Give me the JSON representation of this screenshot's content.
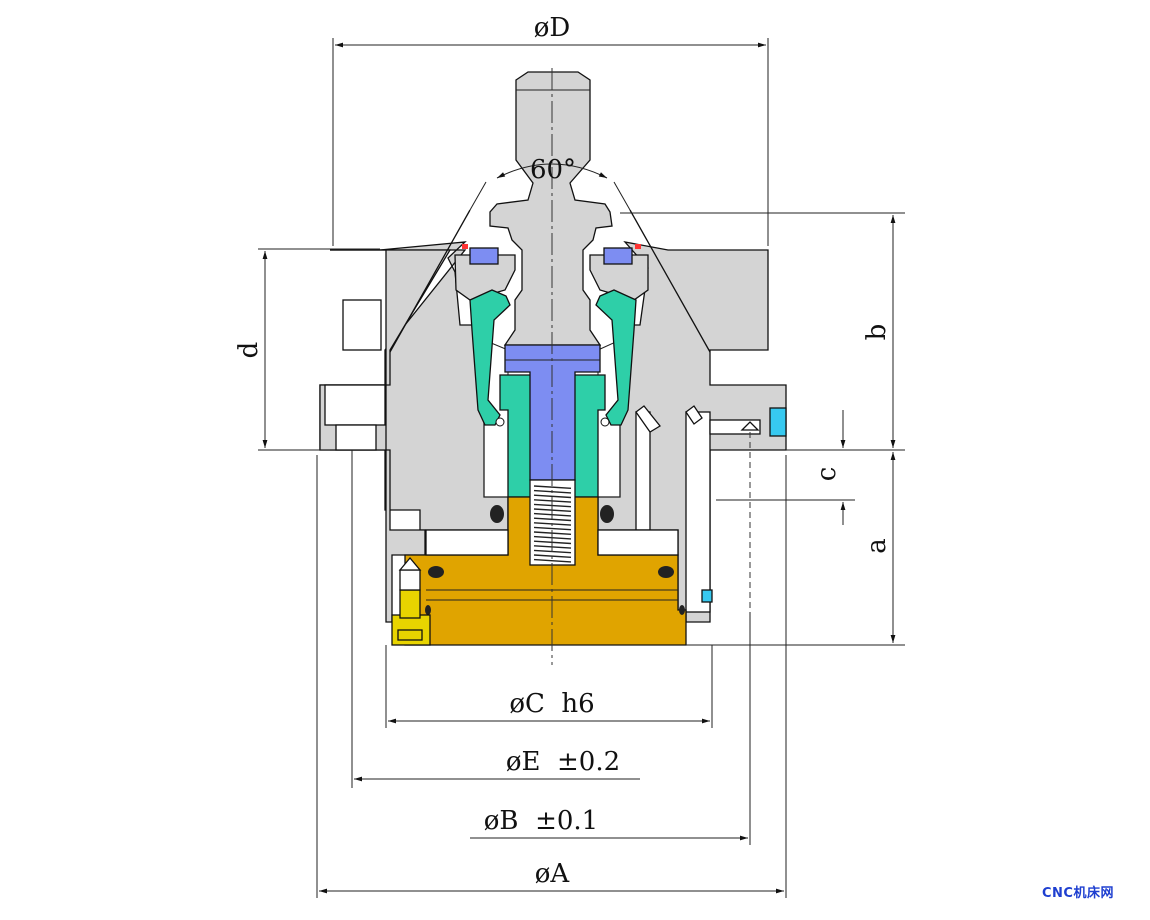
{
  "drawing": {
    "labels": {
      "dia_D": "øD",
      "angle": "60°",
      "b": "b",
      "d": "d",
      "c": "c",
      "a": "a",
      "dia_C": "øC  h6",
      "dia_E": "øE  ±0.2",
      "dia_B": "øB  ±0.1",
      "dia_A": "øA"
    },
    "watermark": "CNC机床网",
    "colors": {
      "body": "#d4d4d4",
      "seal_ring": "#2ecfa8",
      "piston_rod": "#7d8df2",
      "piston": "#e0a400",
      "bolt": "#e8d400",
      "fitting": "#37c9f0",
      "oring": "#222222",
      "highlight": "#ff3333"
    }
  }
}
